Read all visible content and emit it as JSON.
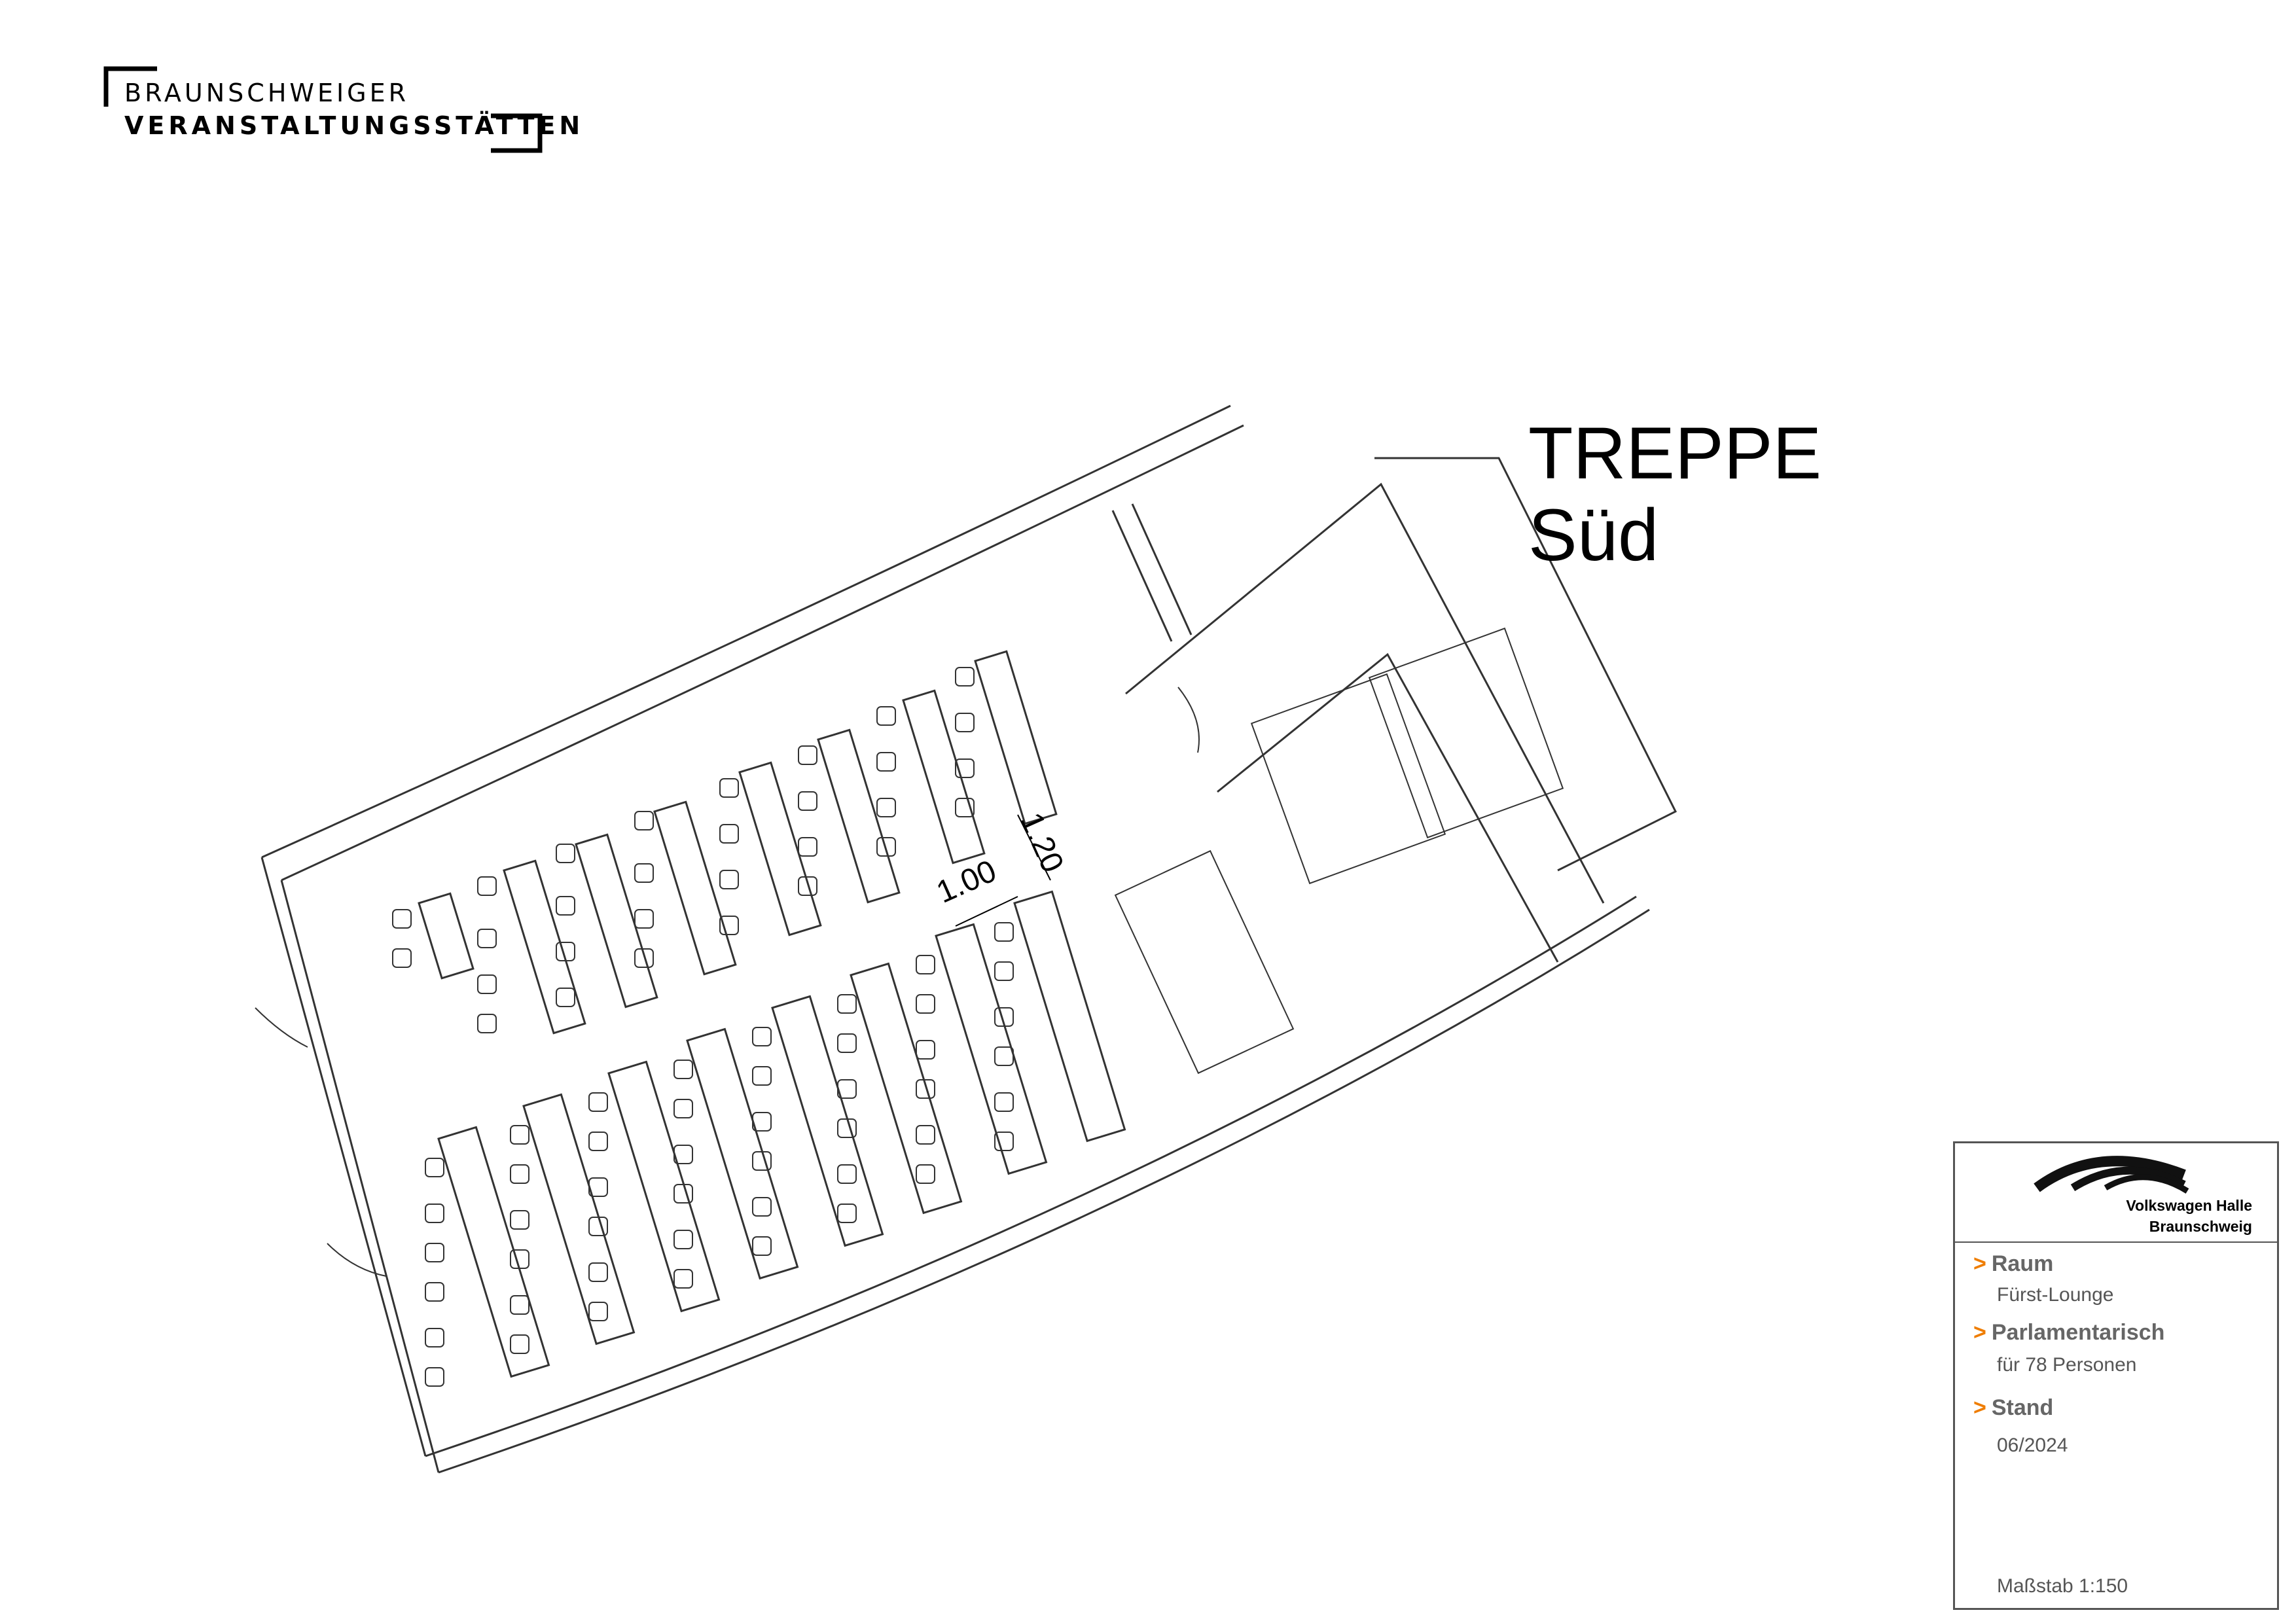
{
  "logo": {
    "line1": "BRAUNSCHWEIGER",
    "line2": "VERANSTALTUNGSSTÄTTEN"
  },
  "plan_label": {
    "line1": "TREPPE",
    "line2": "Süd"
  },
  "dimensions": {
    "width": "1.00",
    "depth": "1.20"
  },
  "legend": {
    "venue_line1": "Volkswagen Halle",
    "venue_line2": "Braunschweig",
    "marker": ">",
    "accent_color": "#ef7d00",
    "sections": [
      {
        "title": "Raum",
        "value": "Fürst-Lounge"
      },
      {
        "title": "Parlamentarisch",
        "value": "für 78 Personen"
      },
      {
        "title": "Stand",
        "value": "06/2024"
      }
    ],
    "scale": "Maßstab 1:150"
  }
}
